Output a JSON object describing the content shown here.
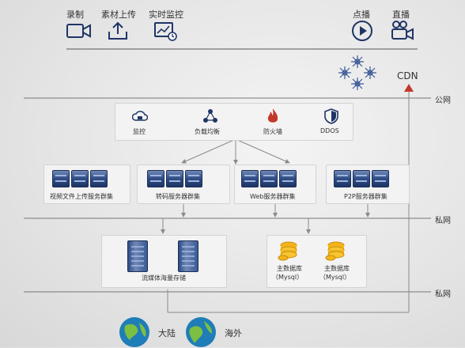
{
  "top_icons": {
    "record": "录制",
    "upload": "素材上传",
    "monitor": "实时监控",
    "vod": "点播",
    "live": "直播"
  },
  "cdn_label": "CDN",
  "zones": {
    "public": "公网",
    "private1": "私网",
    "private2": "私网"
  },
  "security": {
    "monitor": "监控",
    "load_balance": "负载均衡",
    "firewall": "防火墙",
    "ddos": "DDOS"
  },
  "clusters": {
    "upload": "视频文件上传服务群集",
    "transcode": "转码服务器群集",
    "web": "Web服务器群集",
    "p2p": "P2P服务器群集"
  },
  "storage_label": "流媒体海量存储",
  "databases": [
    {
      "line1": "主数据库",
      "line2": "（Mysql）"
    },
    {
      "line1": "主数据库",
      "line2": "（Mysql）"
    }
  ],
  "regions": {
    "mainland": "大陆",
    "overseas": "海外"
  },
  "colors": {
    "icon_blue": "#1e3566",
    "accent_red": "#c0392b",
    "line_gray": "#8a8a8a"
  }
}
